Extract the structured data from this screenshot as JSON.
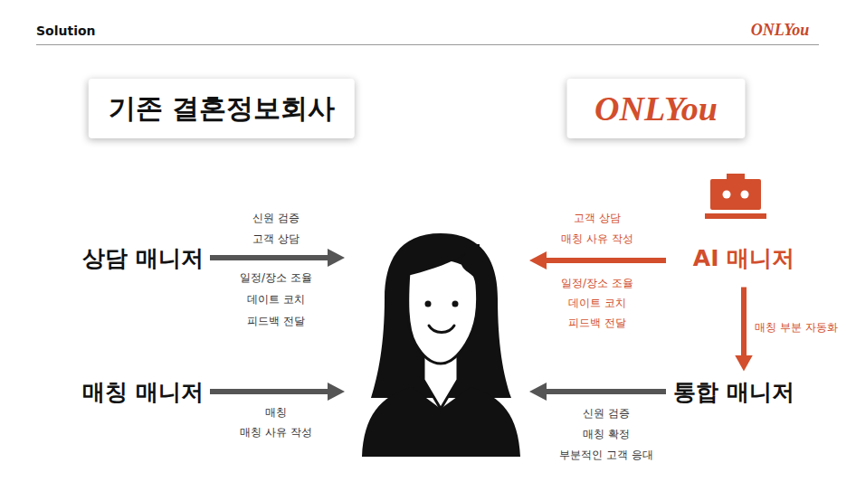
{
  "diagram": {
    "title": "Solution",
    "nodes": [
      {
        "text": [
          "기존 결혼정보회사"
        ]
      },
      {
        "text": [
          "ONLYou"
        ]
      },
      {
        "text": [
          "상담 매니저"
        ]
      },
      {
        "text": [
          "AI 매니저"
        ]
      },
      {
        "text": [
          "매칭 매니저"
        ]
      },
      {
        "text": [
          "통합 매니저"
        ]
      }
    ],
    "edges": [
      {
        "from": 3,
        "to": 5,
        "arrow": "to",
        "label": "매칭 부분 자동화"
      }
    ],
    "labels": [
      "ONLYou",
      "신원 검증",
      "고객 상담",
      "일정/장소 조율",
      "데이트 코치",
      "피드백 전달",
      "매칭",
      "매칭 사유 작성",
      "고객 상담",
      "매칭 사유 작성",
      "일정/장소 조율",
      "데이트 코치",
      "피드백 전달",
      "신원 검증",
      "매칭 확정",
      "부분적인 고객 응대"
    ]
  }
}
